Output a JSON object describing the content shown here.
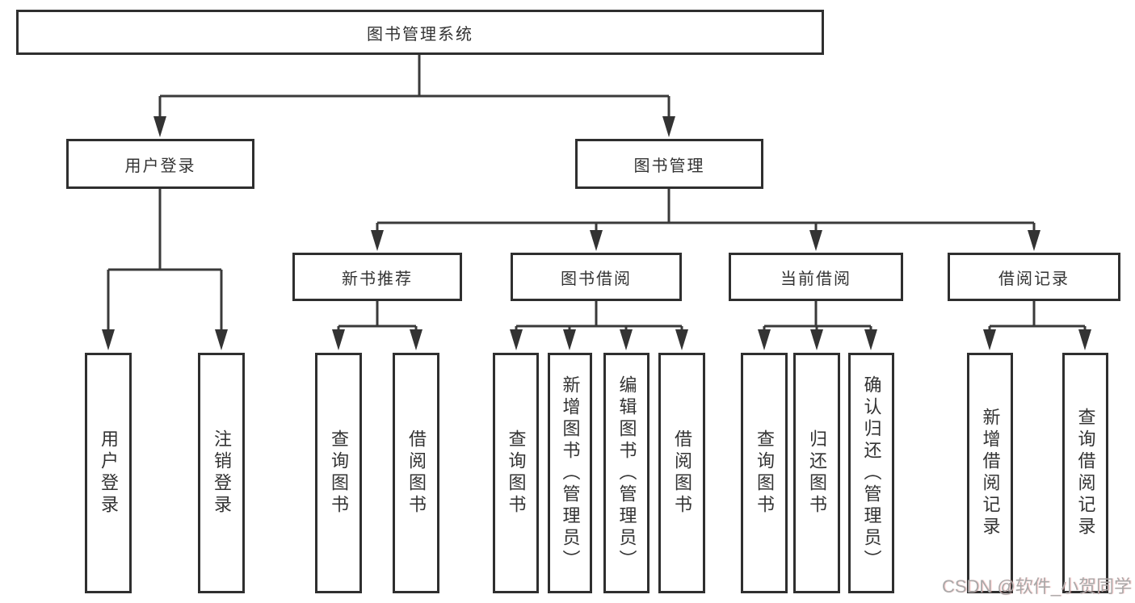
{
  "diagram": {
    "root": {
      "label": "图书管理系统"
    },
    "level2": [
      {
        "label": "用户登录"
      },
      {
        "label": "图书管理"
      }
    ],
    "level3": [
      {
        "label": "新书推荐"
      },
      {
        "label": "图书借阅"
      },
      {
        "label": "当前借阅"
      },
      {
        "label": "借阅记录"
      }
    ],
    "leaves": {
      "user_login": [
        "用户登录",
        "注销登录"
      ],
      "new_book_recommend": [
        "查询图书",
        "借阅图书"
      ],
      "book_borrow": [
        "查询图书",
        "新增图书（管理员）",
        "编辑图书（管理员）",
        "借阅图书"
      ],
      "current_borrow": [
        "查询图书",
        "归还图书",
        "确认归还（管理员）"
      ],
      "borrow_records": [
        "新增借阅记录",
        "查询借阅记录"
      ]
    }
  },
  "watermark": {
    "text": "CSDN @软件_小贺同学"
  },
  "colors": {
    "line": "#3a3a3a",
    "box_border": "#2f2f2f",
    "text": "#333333",
    "watermark": "#a9a9a9",
    "background": "#ffffff"
  }
}
